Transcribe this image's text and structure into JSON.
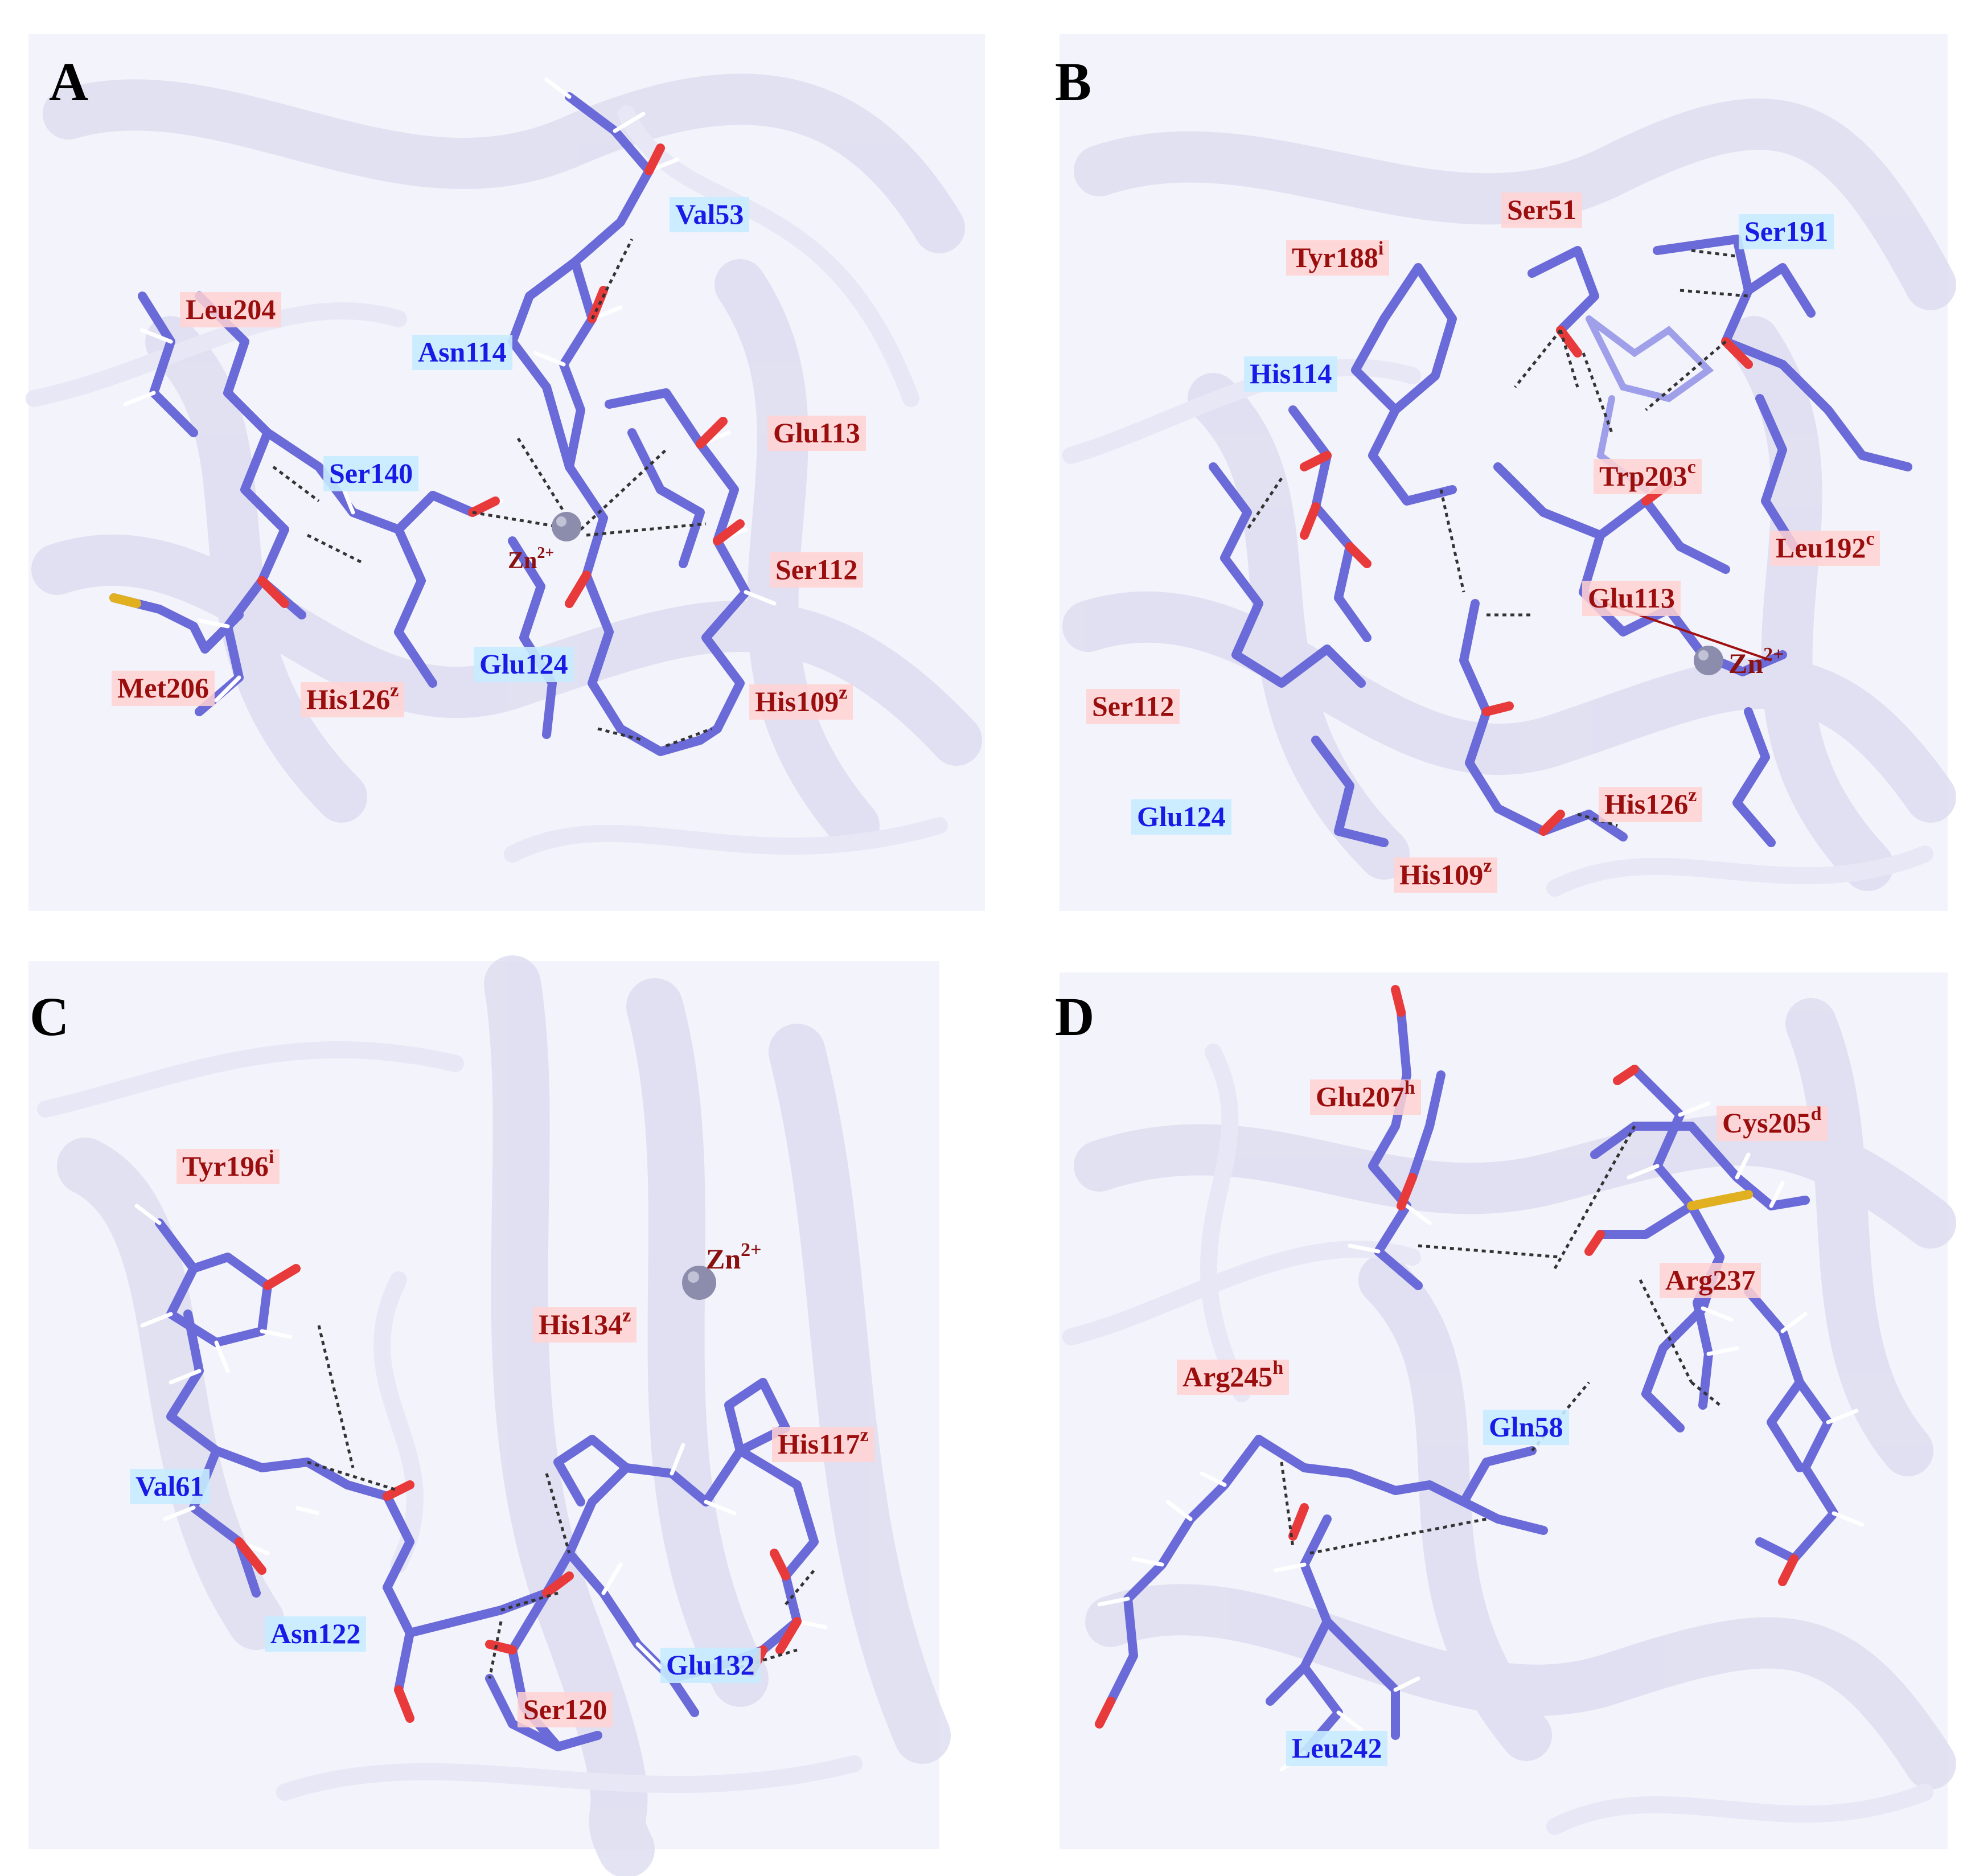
{
  "panels": [
    {
      "letter": "A",
      "ion": {
        "base": "Zn",
        "charge": "2+"
      },
      "residues": [
        {
          "text": "Leu204",
          "sup": "",
          "color": "#9b0e0e"
        },
        {
          "text": "Val53",
          "sup": "",
          "color": "#1a1ae6"
        },
        {
          "text": "Asn114",
          "sup": "",
          "color": "#1a1ae6"
        },
        {
          "text": "Glu113",
          "sup": "",
          "color": "#9b0e0e"
        },
        {
          "text": "Ser140",
          "sup": "",
          "color": "#1a1ae6"
        },
        {
          "text": "Ser112",
          "sup": "",
          "color": "#9b0e0e"
        },
        {
          "text": "Glu124",
          "sup": "",
          "color": "#1a1ae6"
        },
        {
          "text": "Met206",
          "sup": "",
          "color": "#9b0e0e"
        },
        {
          "text": "His126",
          "sup": "z",
          "color": "#9b0e0e"
        },
        {
          "text": "His109",
          "sup": "z",
          "color": "#9b0e0e"
        }
      ]
    },
    {
      "letter": "B",
      "ion": {
        "base": "Zn",
        "charge": "2+"
      },
      "residues": [
        {
          "text": "Ser51",
          "sup": "",
          "color": "#9b0e0e"
        },
        {
          "text": "Ser191",
          "sup": "",
          "color": "#1a1ae6"
        },
        {
          "text": "Tyr188",
          "sup": "i",
          "color": "#9b0e0e"
        },
        {
          "text": "His114",
          "sup": "",
          "color": "#1a1ae6"
        },
        {
          "text": "Trp203",
          "sup": "c",
          "color": "#9b0e0e"
        },
        {
          "text": "Leu192",
          "sup": "c",
          "color": "#9b0e0e"
        },
        {
          "text": "Glu113",
          "sup": "",
          "color": "#9b0e0e"
        },
        {
          "text": "Ser112",
          "sup": "",
          "color": "#9b0e0e"
        },
        {
          "text": "Glu124",
          "sup": "",
          "color": "#1a1ae6"
        },
        {
          "text": "His126",
          "sup": "z",
          "color": "#9b0e0e"
        },
        {
          "text": "His109",
          "sup": "z",
          "color": "#9b0e0e"
        }
      ]
    },
    {
      "letter": "C",
      "ion": {
        "base": "Zn",
        "charge": "2+"
      },
      "residues": [
        {
          "text": "Tyr196",
          "sup": "i",
          "color": "#9b0e0e"
        },
        {
          "text": "His134",
          "sup": "z",
          "color": "#9b0e0e"
        },
        {
          "text": "His117",
          "sup": "z",
          "color": "#9b0e0e"
        },
        {
          "text": "Val61",
          "sup": "",
          "color": "#1a1ae6"
        },
        {
          "text": "Asn122",
          "sup": "",
          "color": "#1a1ae6"
        },
        {
          "text": "Glu132",
          "sup": "",
          "color": "#1a1ae6"
        },
        {
          "text": "Ser120",
          "sup": "",
          "color": "#9b0e0e"
        }
      ]
    },
    {
      "letter": "D",
      "ion": null,
      "residues": [
        {
          "text": "Glu207",
          "sup": "h",
          "color": "#9b0e0e"
        },
        {
          "text": "Cys205",
          "sup": "d",
          "color": "#9b0e0e"
        },
        {
          "text": "Arg237",
          "sup": "",
          "color": "#9b0e0e"
        },
        {
          "text": "Arg245",
          "sup": "h",
          "color": "#9b0e0e"
        },
        {
          "text": "Gln58",
          "sup": "",
          "color": "#1a1ae6"
        },
        {
          "text": "Leu242",
          "sup": "",
          "color": "#1a1ae6"
        }
      ]
    }
  ]
}
